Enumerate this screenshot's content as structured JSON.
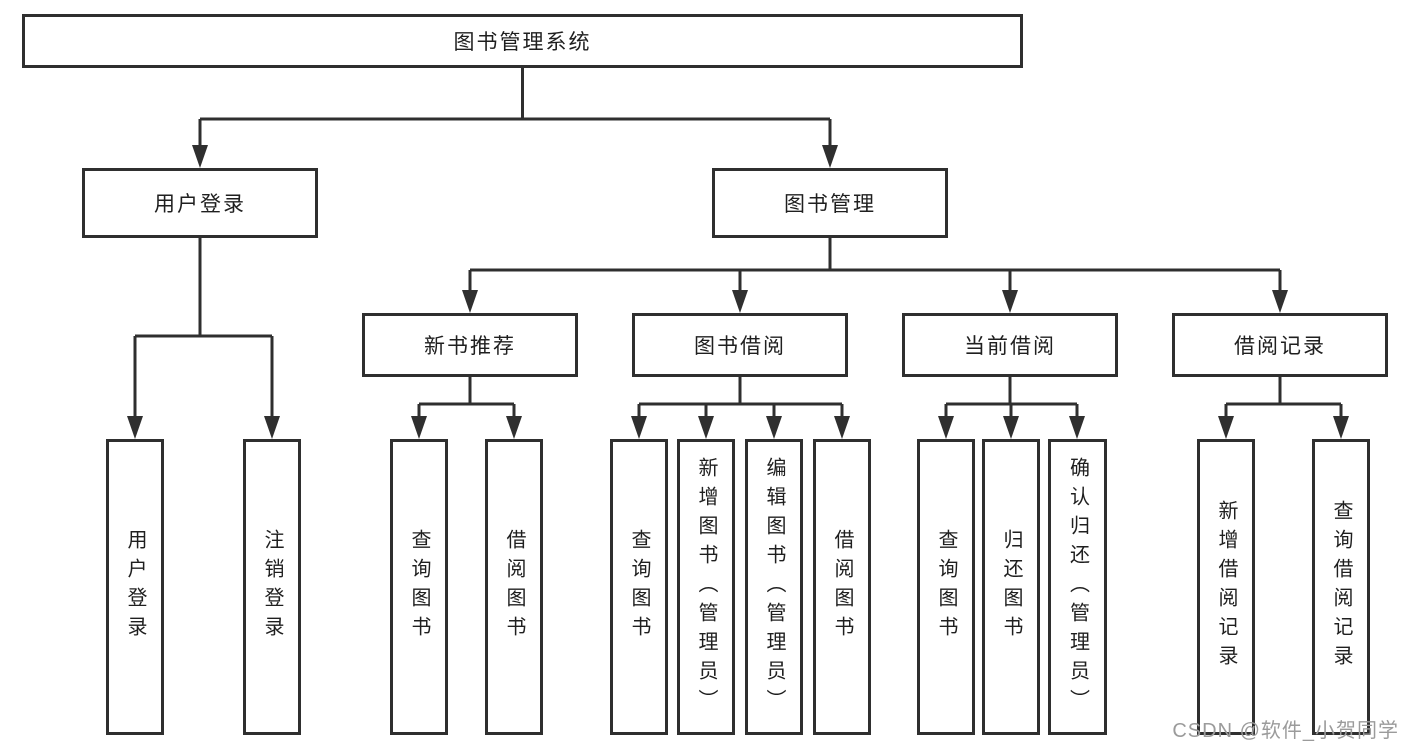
{
  "tree": {
    "label": "图书管理系统",
    "children": [
      {
        "label": "用户登录",
        "children": [
          {
            "label": "用户登录"
          },
          {
            "label": "注销登录"
          }
        ]
      },
      {
        "label": "图书管理",
        "children": [
          {
            "label": "新书推荐",
            "children": [
              {
                "label": "查询图书"
              },
              {
                "label": "借阅图书"
              }
            ]
          },
          {
            "label": "图书借阅",
            "children": [
              {
                "label": "查询图书"
              },
              {
                "label": "新增图书（管理员）"
              },
              {
                "label": "编辑图书（管理员）"
              },
              {
                "label": "借阅图书"
              }
            ]
          },
          {
            "label": "当前借阅",
            "children": [
              {
                "label": "查询图书"
              },
              {
                "label": "归还图书"
              },
              {
                "label": "确认归还（管理员）"
              }
            ]
          },
          {
            "label": "借阅记录",
            "children": [
              {
                "label": "新增借阅记录"
              },
              {
                "label": "查询借阅记录"
              }
            ]
          }
        ]
      }
    ]
  },
  "watermark": {
    "text": "CSDN @软件_小贺同学"
  },
  "colors": {
    "line": "#2f2f2f",
    "text": "#1f1f1f",
    "watermark": "#9b9b9b",
    "background": "#ffffff"
  }
}
